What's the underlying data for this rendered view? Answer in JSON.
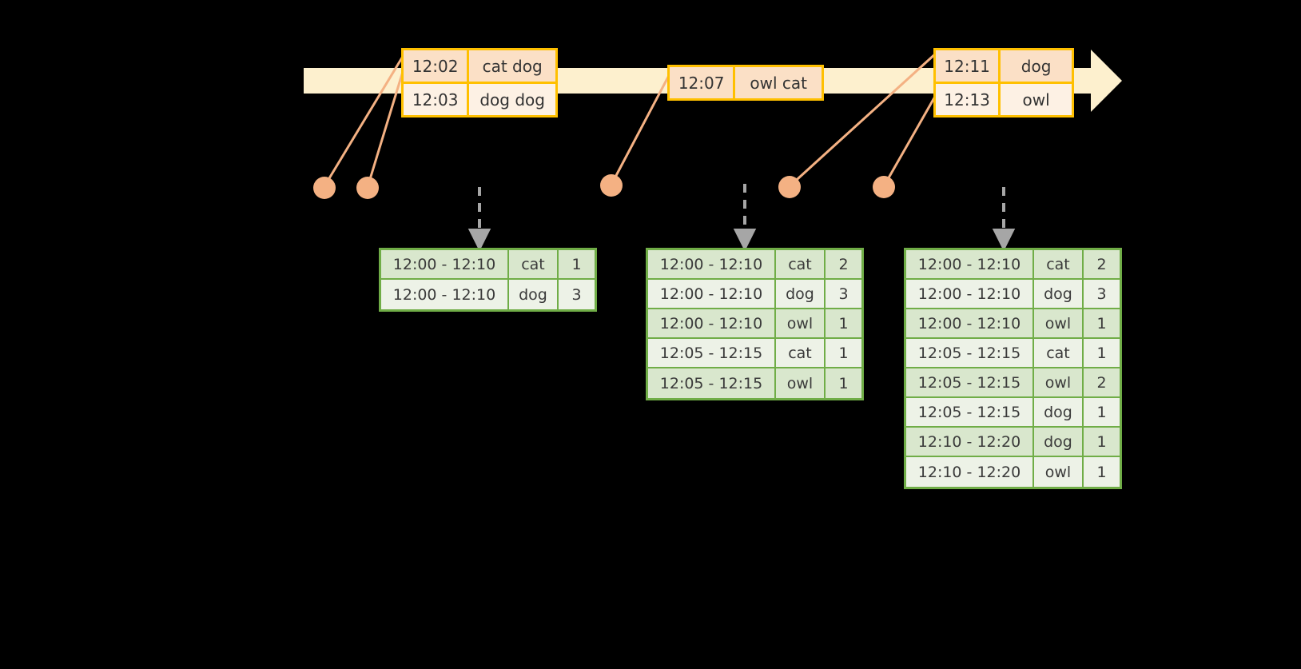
{
  "timeline": {
    "label": "event-stream-timeline",
    "bar_color": "#FDF0CE",
    "accent_color": "#FFC000",
    "dot_color": "#F4B183",
    "arrow_color": "#A6A6A6",
    "events": [
      {
        "time": "12:02",
        "words": "cat dog"
      },
      {
        "time": "12:03",
        "words": "dog dog"
      },
      {
        "time": "12:07",
        "words": "owl cat"
      },
      {
        "time": "12:11",
        "words": "dog"
      },
      {
        "time": "12:13",
        "words": "owl"
      }
    ]
  },
  "tables": [
    {
      "name": "result-table-1",
      "border_color": "#70AD47",
      "rows": [
        {
          "window": "12:00 - 12:10",
          "word": "cat",
          "count": "1"
        },
        {
          "window": "12:00 - 12:10",
          "word": "dog",
          "count": "3"
        }
      ]
    },
    {
      "name": "result-table-2",
      "border_color": "#70AD47",
      "rows": [
        {
          "window": "12:00 - 12:10",
          "word": "cat",
          "count": "2"
        },
        {
          "window": "12:00 - 12:10",
          "word": "dog",
          "count": "3"
        },
        {
          "window": "12:00 - 12:10",
          "word": "owl",
          "count": "1"
        },
        {
          "window": "12:05 - 12:15",
          "word": "cat",
          "count": "1"
        },
        {
          "window": "12:05 - 12:15",
          "word": "owl",
          "count": "1"
        }
      ]
    },
    {
      "name": "result-table-3",
      "border_color": "#70AD47",
      "rows": [
        {
          "window": "12:00 - 12:10",
          "word": "cat",
          "count": "2"
        },
        {
          "window": "12:00 - 12:10",
          "word": "dog",
          "count": "3"
        },
        {
          "window": "12:00 - 12:10",
          "word": "owl",
          "count": "1"
        },
        {
          "window": "12:05 - 12:15",
          "word": "cat",
          "count": "1"
        },
        {
          "window": "12:05 - 12:15",
          "word": "owl",
          "count": "2"
        },
        {
          "window": "12:05 - 12:15",
          "word": "dog",
          "count": "1"
        },
        {
          "window": "12:10 - 12:20",
          "word": "dog",
          "count": "1"
        },
        {
          "window": "12:10 - 12:20",
          "word": "owl",
          "count": "1"
        }
      ]
    }
  ]
}
